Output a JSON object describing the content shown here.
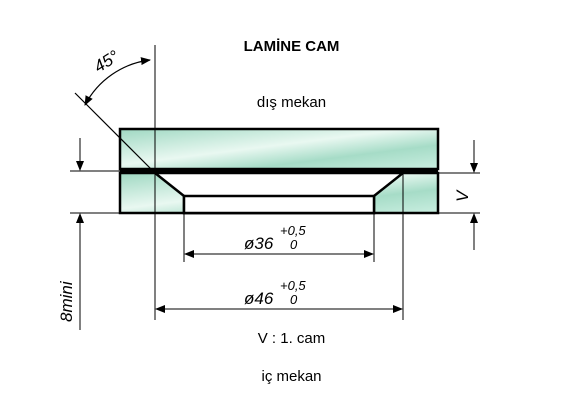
{
  "title": "LAMİNE CAM",
  "outer_side_label": "dış mekan",
  "inner_side_label": "iç mekan",
  "v_note": "V : 1. cam",
  "angle_label": "45°",
  "v_dim_label": "V",
  "min_dim_label": "8mini",
  "inner_diameter": {
    "base": "ø36",
    "upper_tol": "+0,5",
    "lower_tol": "0"
  },
  "outer_diameter": {
    "base": "ø46",
    "upper_tol": "+0,5",
    "lower_tol": "0"
  },
  "colors": {
    "glass_fill": "#bfe8d8",
    "glass_highlight": "#eefaf5",
    "line": "#000000"
  }
}
